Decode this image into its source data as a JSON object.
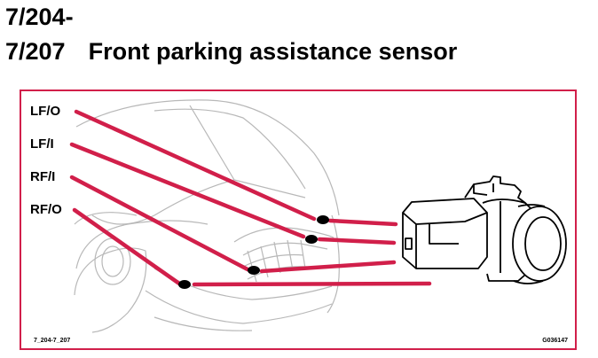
{
  "header": {
    "line1": "7/204-",
    "line2_code": "7/207",
    "line2_desc": "Front parking assistance sensor"
  },
  "labels": [
    {
      "id": "lfo",
      "text": "LF/O"
    },
    {
      "id": "lfi",
      "text": "LF/I"
    },
    {
      "id": "rfi",
      "text": "RF/I"
    },
    {
      "id": "rfo",
      "text": "RF/O"
    }
  ],
  "footer": {
    "left_code": "7_204-7_207",
    "right_code": "G036147"
  },
  "colors": {
    "accent": "#d11f4a",
    "outline": "#b8b8b8",
    "ink": "#000000"
  },
  "icons": [
    "car-outline-icon",
    "sensor-icon",
    "parking-sensor-unit-icon"
  ]
}
